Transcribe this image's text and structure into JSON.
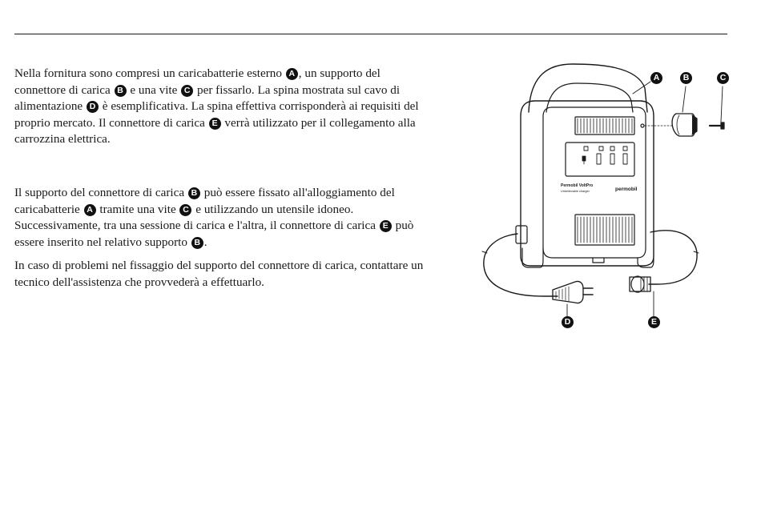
{
  "paragraphs": {
    "p1": {
      "s1": "Nella fornitura sono compresi un caricabatterie esterno ",
      "b1": "A",
      "s2": ", un supporto del connettore di carica ",
      "b2": "B",
      "s3": " e una vite ",
      "b3": "C",
      "s4": " per fissarlo. La spina mostrata sul cavo di alimentazione ",
      "b4": "D",
      "s5": " è esemplificativa. La spina effettiva corrisponderà ai requisiti del proprio mercato. Il connettore di carica ",
      "b5": "E",
      "s6": " verrà utilizzato per il collegamento alla carrozzina elettrica."
    },
    "p2": {
      "s1": "Il supporto del connettore di carica ",
      "b1": "B",
      "s2": " può essere fissato all'alloggiamento del caricabatterie ",
      "b2": "A",
      "s3": " tramite una vite ",
      "b3": "C",
      "s4": " e utilizzando un utensile idoneo. Successivamente, tra una sessione di carica e l'altra, il connettore di carica ",
      "b4": "E",
      "s5": " può essere inserito nel relativo supporto ",
      "b5": "B",
      "s6": "."
    },
    "p3": {
      "s1": "In caso di problemi nel fissaggio del supporto del connettore di carica, contattare un tecnico dell'assistenza che provvederà a effettuarlo."
    }
  },
  "figure": {
    "callouts": {
      "a": "A",
      "b": "B",
      "c": "C",
      "d": "D",
      "e": "E"
    },
    "device_label": "Permobil VoltPro",
    "device_sublabel": "Unbelievable charger",
    "brand_logo": "permobil"
  }
}
